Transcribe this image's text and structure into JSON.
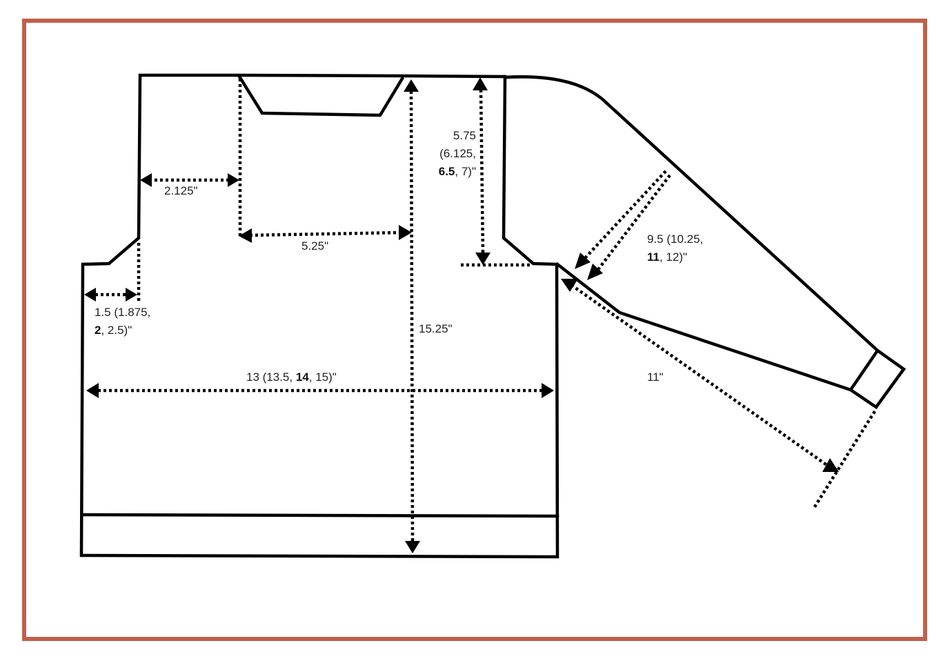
{
  "diagram": {
    "type": "knitting-schematic",
    "subject": "sweater body and sleeve",
    "frame_color": "#C0604A",
    "line_color": "#000000",
    "text_color": "#222222"
  },
  "labels": {
    "shoulder_width": "2.125\"",
    "neck_width": "5.25\"",
    "armhole_depth": {
      "line1": "5.75",
      "line2": "(6.125,",
      "line3_bold": "6.5",
      "line3_rest": ", 7)\""
    },
    "armhole_shaping": {
      "line1": "1.5 (1.875,",
      "line2_bold": "2",
      "line2_rest": ", 2.5)\""
    },
    "body_length": "15.25\"",
    "body_width": {
      "pre": "13 (13.5, ",
      "bold": "14",
      "post": ", 15)\""
    },
    "upper_arm": {
      "line1": "9.5 (10.25,",
      "line2_bold": "11",
      "line2_rest": ", 12)\""
    },
    "sleeve_length": "11\""
  },
  "measurements": [
    {
      "name": "shoulder width",
      "value": "2.125\""
    },
    {
      "name": "neck width",
      "value": "5.25\""
    },
    {
      "name": "armhole depth",
      "sizes": [
        "5.75",
        "6.125",
        "6.5",
        "7"
      ],
      "bold_size": "6.5",
      "unit": "\""
    },
    {
      "name": "armhole shaping",
      "sizes": [
        "1.5",
        "1.875",
        "2",
        "2.5"
      ],
      "bold_size": "2",
      "unit": "\""
    },
    {
      "name": "body length",
      "value": "15.25\""
    },
    {
      "name": "body width",
      "sizes": [
        "13",
        "13.5",
        "14",
        "15"
      ],
      "bold_size": "14",
      "unit": "\""
    },
    {
      "name": "upper arm circumference",
      "sizes": [
        "9.5",
        "10.25",
        "11",
        "12"
      ],
      "bold_size": "11",
      "unit": "\""
    },
    {
      "name": "sleeve length",
      "value": "11\""
    }
  ]
}
